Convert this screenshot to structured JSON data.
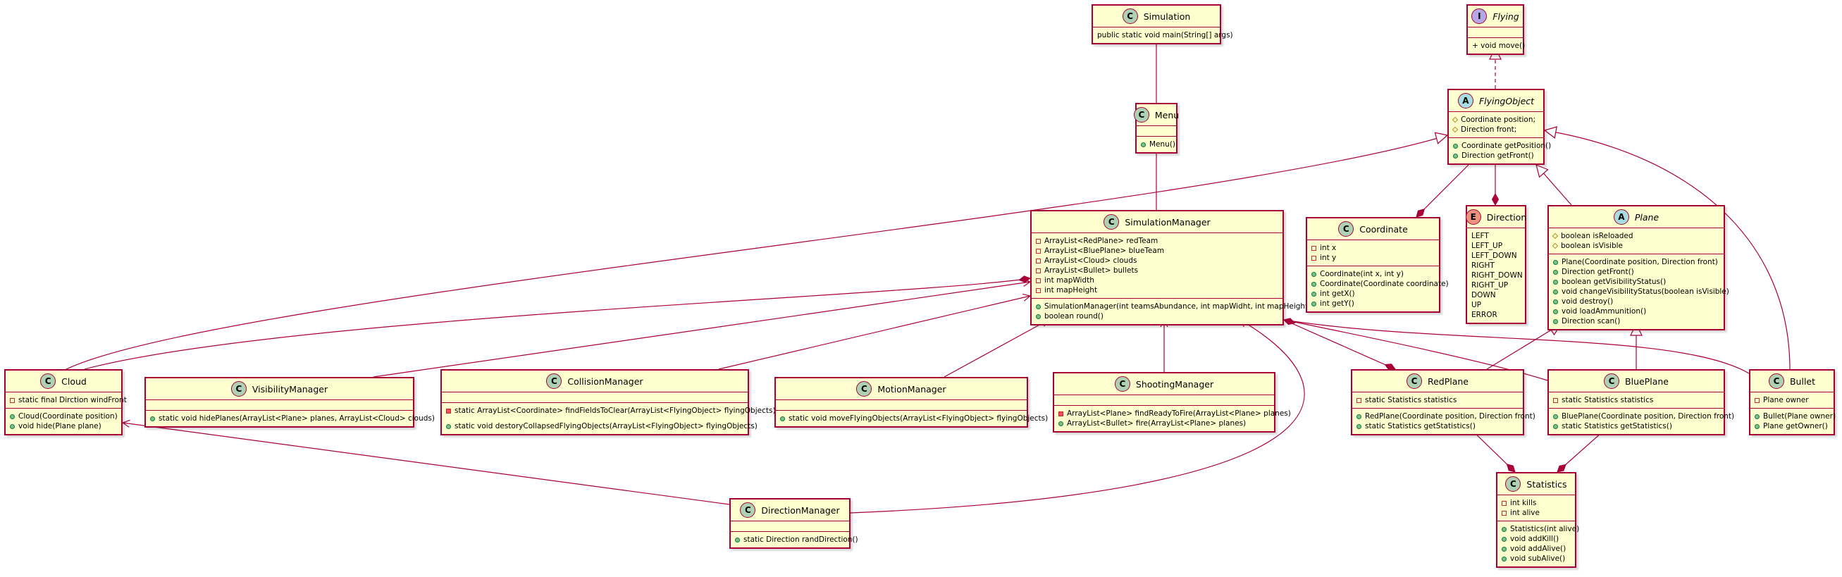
{
  "colors": {
    "border": "#a80036",
    "fill": "#fefece",
    "class_circle": "#add1b2",
    "abstract_circle": "#a9dcdf",
    "interface_circle": "#b4a7e5",
    "enum_circle": "#eb937f"
  },
  "classes": [
    {
      "id": "simulation",
      "name": "Simulation",
      "stereo": "C",
      "italic": false,
      "sections": [
        [
          {
            "vis": "",
            "text": "public static void main(String[] args)"
          }
        ]
      ]
    },
    {
      "id": "flying",
      "name": "Flying",
      "stereo": "I",
      "italic": true,
      "sections": [
        [],
        [
          {
            "vis": "",
            "text": "+ void move()"
          }
        ]
      ]
    },
    {
      "id": "menu",
      "name": "Menu",
      "stereo": "C",
      "italic": false,
      "sections": [
        [],
        [
          {
            "vis": "+",
            "text": "Menu()"
          }
        ]
      ]
    },
    {
      "id": "flyingobject",
      "name": "FlyingObject",
      "stereo": "A",
      "italic": true,
      "sections": [
        [
          {
            "vis": "#",
            "text": "Coordinate position;"
          },
          {
            "vis": "#",
            "text": "Direction front;"
          }
        ],
        [
          {
            "vis": "+",
            "text": "Coordinate getPosition()"
          },
          {
            "vis": "+",
            "text": "Direction getFront()"
          }
        ]
      ]
    },
    {
      "id": "simmanager",
      "name": "SimulationManager",
      "stereo": "C",
      "italic": false,
      "sections": [
        [
          {
            "vis": "-",
            "text": "ArrayList<RedPlane> redTeam"
          },
          {
            "vis": "-",
            "text": "ArrayList<BluePlane> blueTeam"
          },
          {
            "vis": "-",
            "text": "ArrayList<Cloud> clouds"
          },
          {
            "vis": "-",
            "text": "ArrayList<Bullet> bullets"
          },
          {
            "vis": "-",
            "text": "int mapWidth"
          },
          {
            "vis": "-",
            "text": "int mapHeight"
          }
        ],
        [
          {
            "vis": "+",
            "text": "SimulationManager(int teamsAbundance, int mapWidht, int mapHeight)"
          },
          {
            "vis": "+",
            "text": "boolean round()"
          }
        ]
      ]
    },
    {
      "id": "coordinate",
      "name": "Coordinate",
      "stereo": "C",
      "italic": false,
      "sections": [
        [
          {
            "vis": "-",
            "text": "int x"
          },
          {
            "vis": "-",
            "text": "int y"
          }
        ],
        [
          {
            "vis": "+",
            "text": "Coordinate(int x, int y)"
          },
          {
            "vis": "+",
            "text": "Coordinate(Coordinate coordinate)"
          },
          {
            "vis": "+",
            "text": "int getX()"
          },
          {
            "vis": "+",
            "text": "int getY()"
          }
        ]
      ]
    },
    {
      "id": "direction",
      "name": "Direction",
      "stereo": "E",
      "italic": false,
      "sections": [
        [
          {
            "vis": "",
            "text": "LEFT"
          },
          {
            "vis": "",
            "text": "LEFT_UP"
          },
          {
            "vis": "",
            "text": "LEFT_DOWN"
          },
          {
            "vis": "",
            "text": "RIGHT"
          },
          {
            "vis": "",
            "text": "RIGHT_DOWN"
          },
          {
            "vis": "",
            "text": "RIGHT_UP"
          },
          {
            "vis": "",
            "text": "DOWN"
          },
          {
            "vis": "",
            "text": "UP"
          },
          {
            "vis": "",
            "text": "ERROR"
          }
        ]
      ]
    },
    {
      "id": "plane",
      "name": "Plane",
      "stereo": "A",
      "italic": true,
      "sections": [
        [
          {
            "vis": "#",
            "text": "boolean isReloaded"
          },
          {
            "vis": "#",
            "text": "boolean isVisible"
          }
        ],
        [
          {
            "vis": "+",
            "text": "Plane(Coordinate position, Direction front)"
          },
          {
            "vis": "+",
            "text": "Direction getFront()"
          },
          {
            "vis": "+",
            "text": "boolean getVisibilityStatus()"
          },
          {
            "vis": "+",
            "text": "void changeVisibilityStatus(boolean isVisible)"
          },
          {
            "vis": "+",
            "text": "void destroy()"
          },
          {
            "vis": "+",
            "text": "void loadAmmunition()"
          },
          {
            "vis": "+",
            "text": "Direction scan()"
          }
        ]
      ]
    },
    {
      "id": "cloud",
      "name": "Cloud",
      "stereo": "C",
      "italic": false,
      "sections": [
        [
          {
            "vis": "-",
            "text": "static final Dirction windFront"
          }
        ],
        [
          {
            "vis": "+",
            "text": "Cloud(Coordinate position)"
          },
          {
            "vis": "+",
            "text": "void hide(Plane plane)"
          }
        ]
      ]
    },
    {
      "id": "visibility",
      "name": "VisibilityManager",
      "stereo": "C",
      "italic": false,
      "sections": [
        [],
        [
          {
            "vis": "+",
            "text": "static void hidePlanes(ArrayList<Plane> planes, ArrayList<Cloud> clouds)"
          }
        ]
      ]
    },
    {
      "id": "collision",
      "name": "CollisionManager",
      "stereo": "C",
      "italic": false,
      "sections": [
        [],
        [
          {
            "vis": "-!",
            "text": "static ArrayList<Coordinate> findFieldsToClear(ArrayList<FlyingObject> flyingObjects)"
          },
          {
            "vis": "gap",
            "text": ""
          },
          {
            "vis": "+",
            "text": "static void destoryCollapsedFlyingObjects(ArrayList<FlyingObject> flyingObjects)"
          }
        ]
      ]
    },
    {
      "id": "motion",
      "name": "MotionManager",
      "stereo": "C",
      "italic": false,
      "sections": [
        [],
        [
          {
            "vis": "+",
            "text": "static void moveFlyingObjects(ArrayList<FlyingObject> flyingObjects)"
          }
        ]
      ]
    },
    {
      "id": "shooting",
      "name": "ShootingManager",
      "stereo": "C",
      "italic": false,
      "sections": [
        [],
        [
          {
            "vis": "-!",
            "text": "ArrayList<Plane> findReadyToFire(ArrayList<Plane> planes)"
          },
          {
            "vis": "+",
            "text": "ArrayList<Bullet> fire(ArrayList<Plane> planes)"
          }
        ]
      ]
    },
    {
      "id": "redplane",
      "name": "RedPlane",
      "stereo": "C",
      "italic": false,
      "sections": [
        [
          {
            "vis": "-",
            "text": "static Statistics statistics"
          }
        ],
        [
          {
            "vis": "+",
            "text": "RedPlane(Coordinate position, Direction front)"
          },
          {
            "vis": "+",
            "text": "static Statistics getStatistics()"
          }
        ]
      ]
    },
    {
      "id": "blueplane",
      "name": "BluePlane",
      "stereo": "C",
      "italic": false,
      "sections": [
        [
          {
            "vis": "-",
            "text": "static Statistics statistics"
          }
        ],
        [
          {
            "vis": "+",
            "text": "BluePlane(Coordinate position, Direction front)"
          },
          {
            "vis": "+",
            "text": "static Statistics getStatistics()"
          }
        ]
      ]
    },
    {
      "id": "bullet",
      "name": "Bullet",
      "stereo": "C",
      "italic": false,
      "sections": [
        [
          {
            "vis": "-",
            "text": "Plane owner"
          }
        ],
        [
          {
            "vis": "+",
            "text": "Bullet(Plane owner)"
          },
          {
            "vis": "+",
            "text": "Plane getOwner()"
          }
        ]
      ]
    },
    {
      "id": "statistics",
      "name": "Statistics",
      "stereo": "C",
      "italic": false,
      "sections": [
        [
          {
            "vis": "-",
            "text": "int kills"
          },
          {
            "vis": "-",
            "text": "int alive"
          }
        ],
        [
          {
            "vis": "+",
            "text": "Statistics(int alive)"
          },
          {
            "vis": "+",
            "text": "void addKill()"
          },
          {
            "vis": "+",
            "text": "void addAlive()"
          },
          {
            "vis": "+",
            "text": "void subAlive()"
          }
        ]
      ]
    },
    {
      "id": "directionmgr",
      "name": "DirectionManager",
      "stereo": "C",
      "italic": false,
      "sections": [
        [],
        [
          {
            "vis": "+",
            "text": "static Direction randDirection()"
          }
        ]
      ]
    }
  ]
}
